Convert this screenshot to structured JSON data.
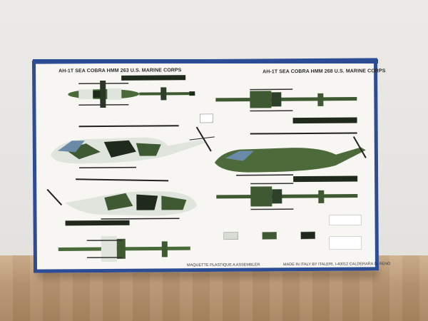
{
  "box": {
    "title_left": "AH-1T SEA COBRA HMM 263 U.S. MARINE CORPS",
    "title_right": "AH-1T SEA COBRA HMM 268 U.S. MARINE CORPS",
    "footer_left": "MAQUETTE PLASTIQUE A ASSEMBLER",
    "footer_right": "MADE IN ITALY BY ITALERI, I-40012 CALDERARA DI RENO"
  },
  "colors": {
    "box_border": "#2c4d95",
    "camo_green": "#3f5a32",
    "camo_light": "#dfe5dc",
    "camo_dark": "#1f2a1d",
    "shelf_wood": "#b89470",
    "wall": "#e6e4e1"
  }
}
